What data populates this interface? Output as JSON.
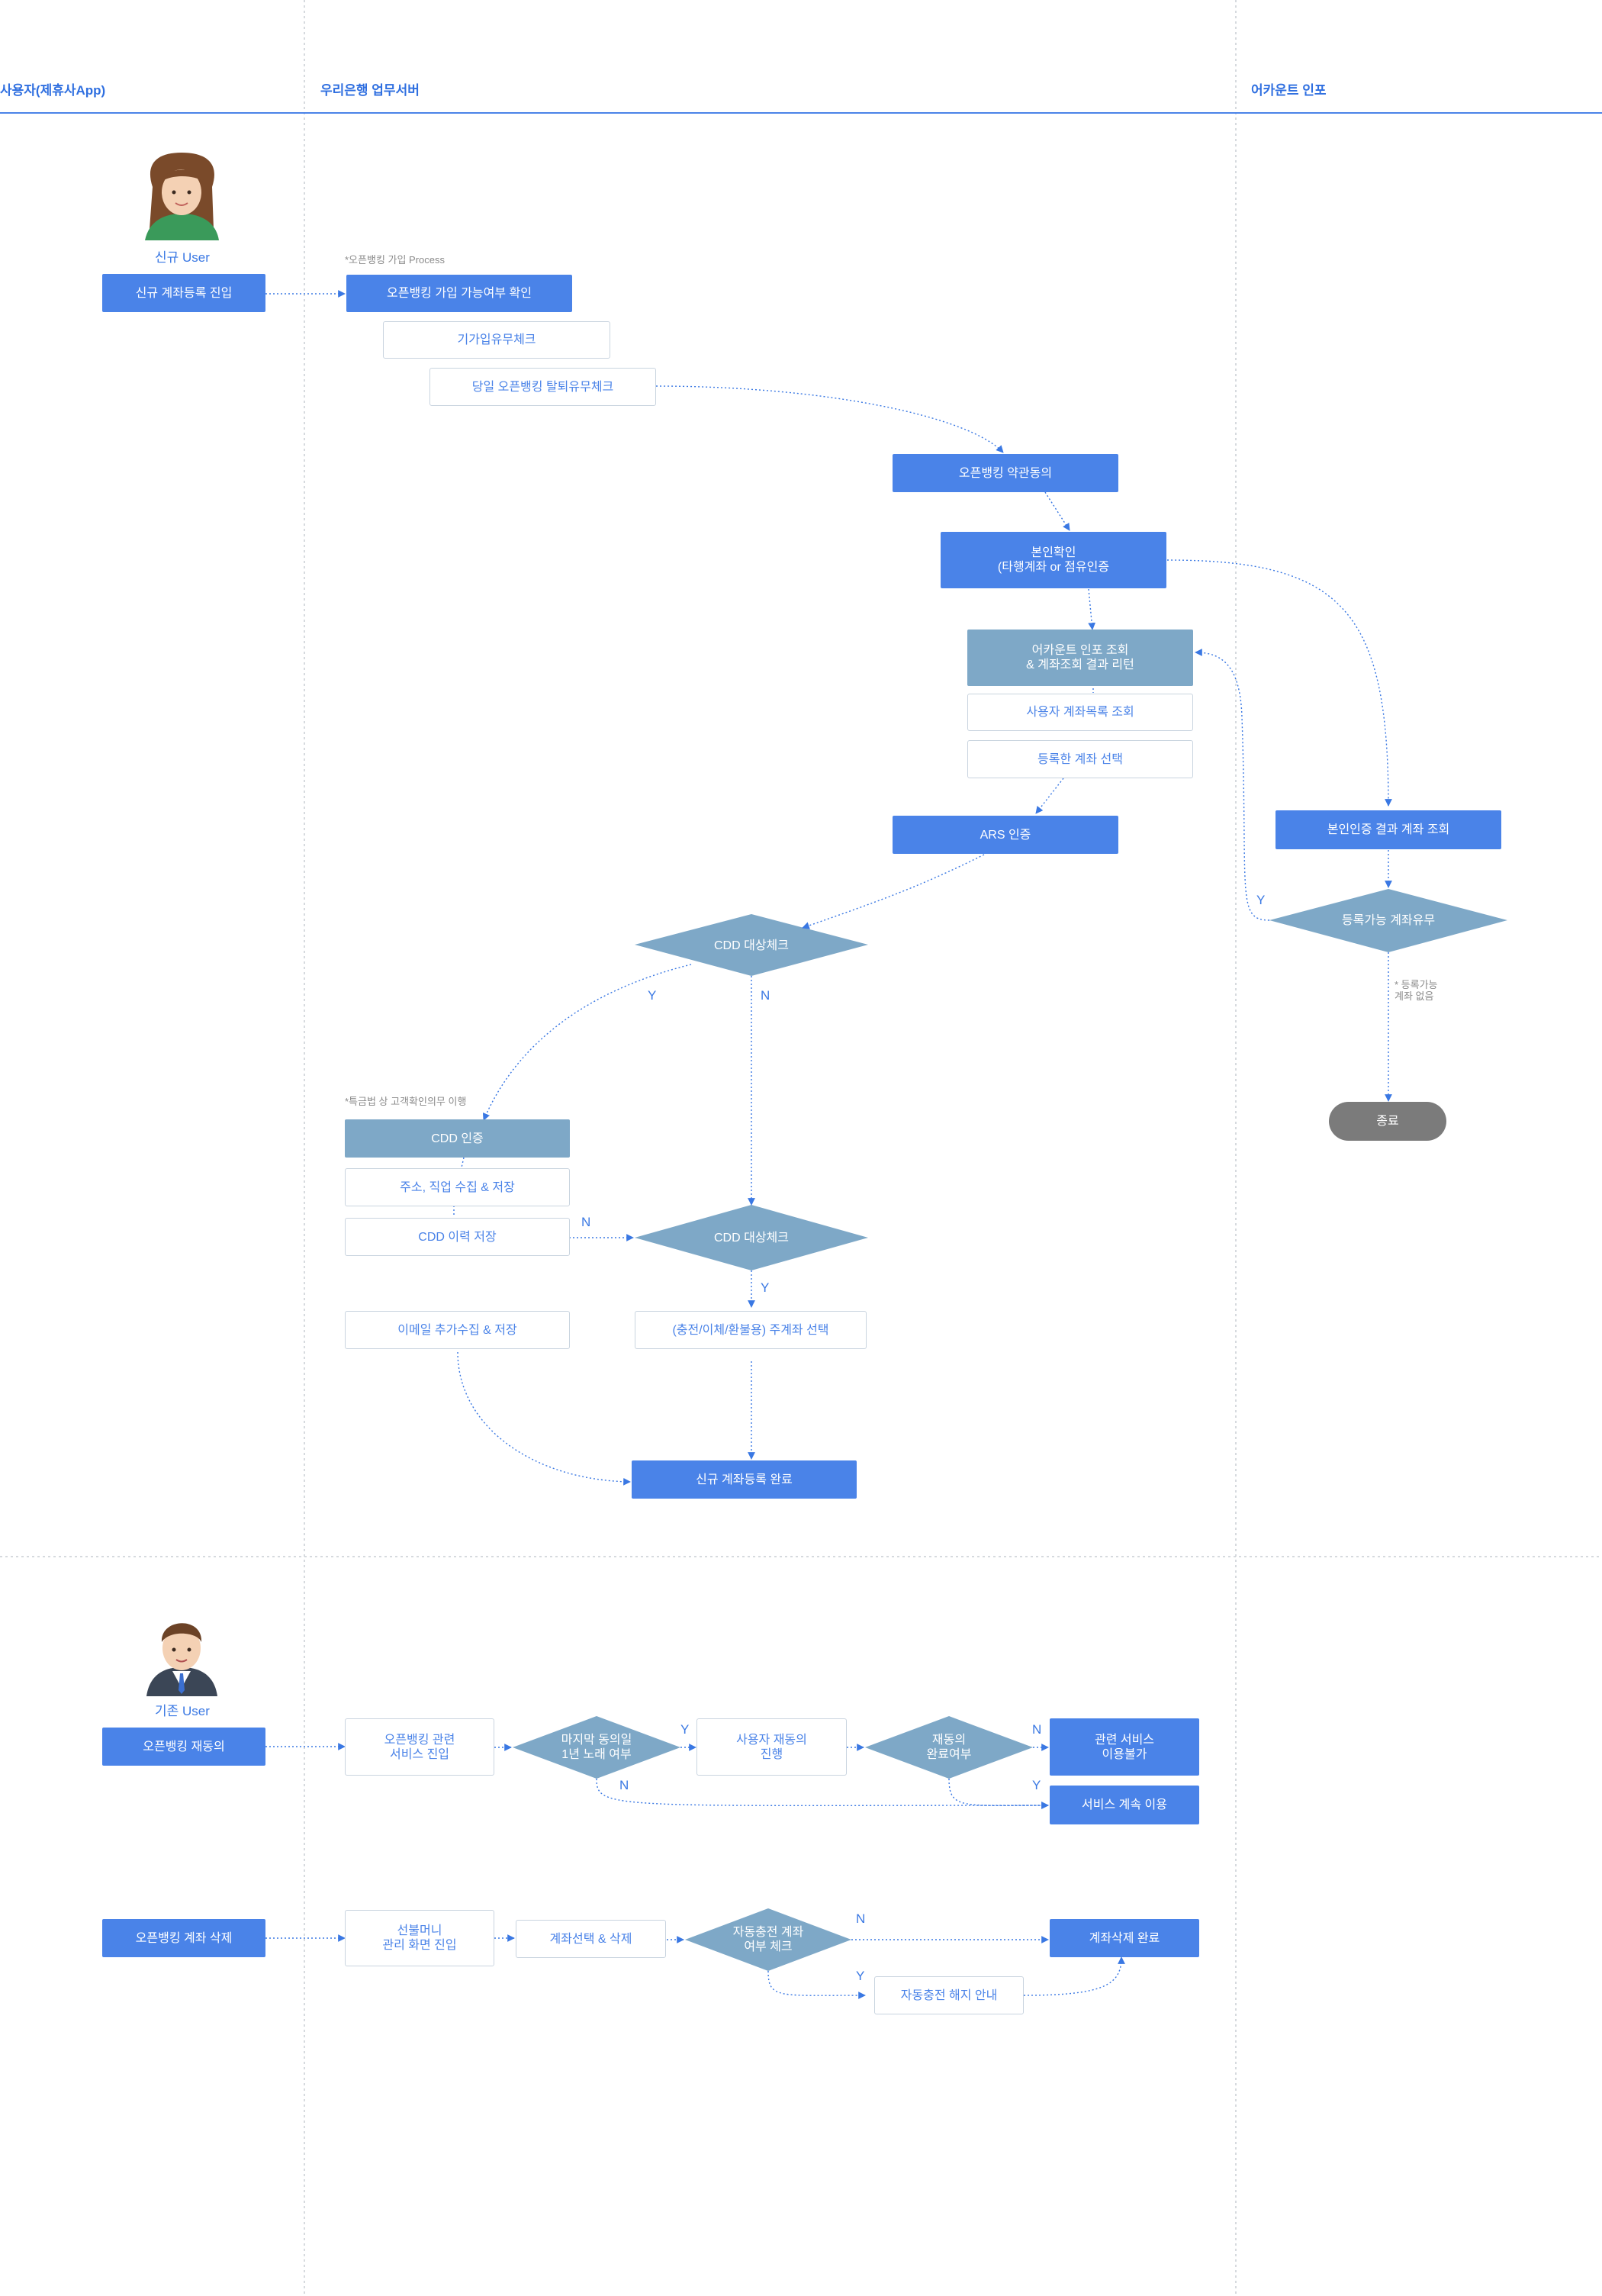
{
  "lanes": {
    "user": "사용자(제휴사App)",
    "server": "우리은행 업무서버",
    "info": "어카운트 인포"
  },
  "section1": {
    "actor": "신규 User",
    "entry": "신규 계좌등록 진입",
    "process_note": "*오픈뱅킹 가입 Process",
    "check_join": "오픈뱅킹 가입 가능여부 확인",
    "check_already": "기가입유무체크",
    "check_today": "당일 오픈뱅킹 탈퇴유무체크",
    "terms": "오픈뱅킹 약관동의",
    "identity": "본인확인\n(타행계좌 or 점유인증",
    "info_query": "어카운트 인포 조회\n& 계좌조회 결과 리턴",
    "account_list": "사용자 계좌목록 조회",
    "select_account": "등록한 계좌 선택",
    "ars": "ARS 인증",
    "cdd_check1": "CDD 대상체크",
    "cdd_note": "*특금법 상 고객확인의무 이행",
    "cdd_auth": "CDD 인증",
    "address": "주소, 직업 수집 & 저장",
    "cdd_history": "CDD 이력 저장",
    "cdd_check2": "CDD 대상체크",
    "email": "이메일 추가수집 & 저장",
    "main_account": "(충전/이체/환불용) 주계좌 선택",
    "complete": "신규 계좌등록 완료",
    "identity_result": "본인인증 결과 계좌 조회",
    "registrable": "등록가능 계좌유무",
    "no_account_note": "* 등록가능\n계좌 없음",
    "end": "종료"
  },
  "section2": {
    "actor": "기존 User",
    "reconsent": "오픈뱅킹 재동의",
    "service_entry": "오픈뱅킹 관련\n서비스 진입",
    "last_consent": "마지막 동의일\n1년 노래 여부",
    "user_reconsent": "사용자 재동의\n진행",
    "reconsent_done": "재동의\n완료여부",
    "unavailable": "관련 서비스\n이용불가",
    "continue": "서비스 계속 이용"
  },
  "section3": {
    "delete": "오픈뱅킹 계좌 삭제",
    "manage_entry": "선불머니\n관리 화면 진입",
    "select_delete": "계좌선택 & 삭제",
    "auto_charge_check": "자동충전 계좌\n여부 체크",
    "delete_done": "계좌삭제 완료",
    "auto_charge_cancel": "자동충전 해지 안내"
  },
  "labels": {
    "yes": "Y",
    "no": "N"
  },
  "colors": {
    "blue": "#4a83e8",
    "steel": "#7ea8c7",
    "line": "#3a78e3"
  }
}
